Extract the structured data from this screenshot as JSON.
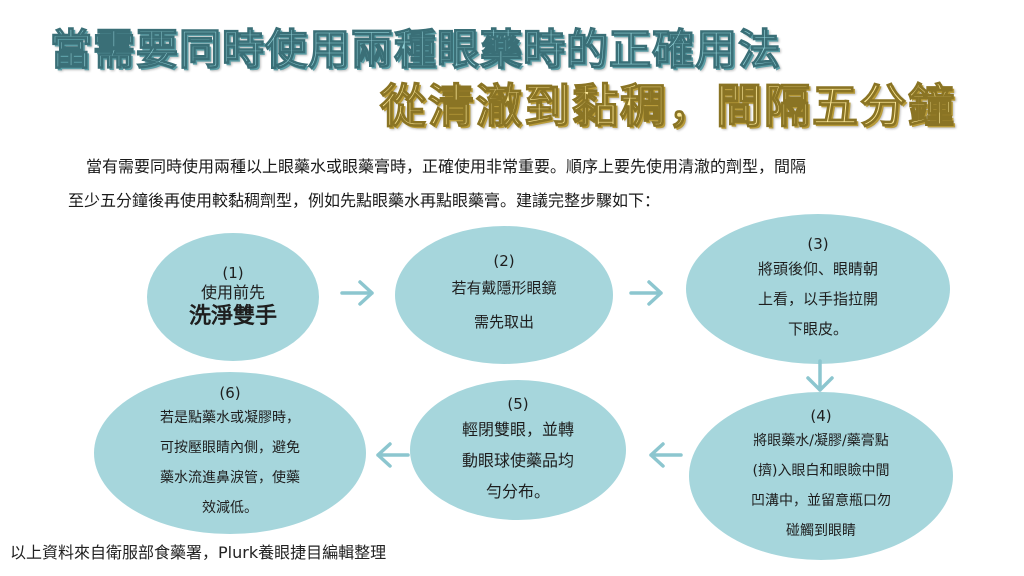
{
  "header": {
    "title": "當需要同時使用兩種眼藥時的正確用法",
    "subtitle": "從清澈到黏稠，間隔五分鐘"
  },
  "intro": {
    "line1": "當有需要同時使用兩種以上眼藥水或眼藥膏時，正確使用非常重要。順序上要先使用清澈的劑型，間隔",
    "line2": "至少五分鐘後再使用較黏稠劑型，例如先點眼藥水再點眼藥膏。建議完整步驟如下："
  },
  "steps": [
    {
      "num": "(1)",
      "text": "使用前先",
      "emph": "洗淨雙手"
    },
    {
      "num": "(2)",
      "text": "若有戴隱形眼鏡\n需先取出"
    },
    {
      "num": "(3)",
      "text": "將頭後仰、眼睛朝\n上看，以手指拉開\n下眼皮。"
    },
    {
      "num": "(4)",
      "text": "將眼藥水/凝膠/藥膏點\n(擠)入眼白和眼瞼中間\n凹溝中，並留意瓶口勿\n碰觸到眼睛"
    },
    {
      "num": "(5)",
      "text": "輕閉雙眼，並轉\n動眼球使藥品均\n勻分布。"
    },
    {
      "num": "(6)",
      "text": "若是點藥水或凝膠時，\n可按壓眼睛內側，避免\n藥水流進鼻淚管，使藥\n效減低。"
    }
  ],
  "footer": "以上資料來自衛服部食藥署，Plurk養眼捷目編輯整理",
  "colors": {
    "ellipse": "#a6d6dc",
    "arrow": "#8cc6cf",
    "title": "#93d2d8",
    "subtitle": "#fde99a"
  }
}
